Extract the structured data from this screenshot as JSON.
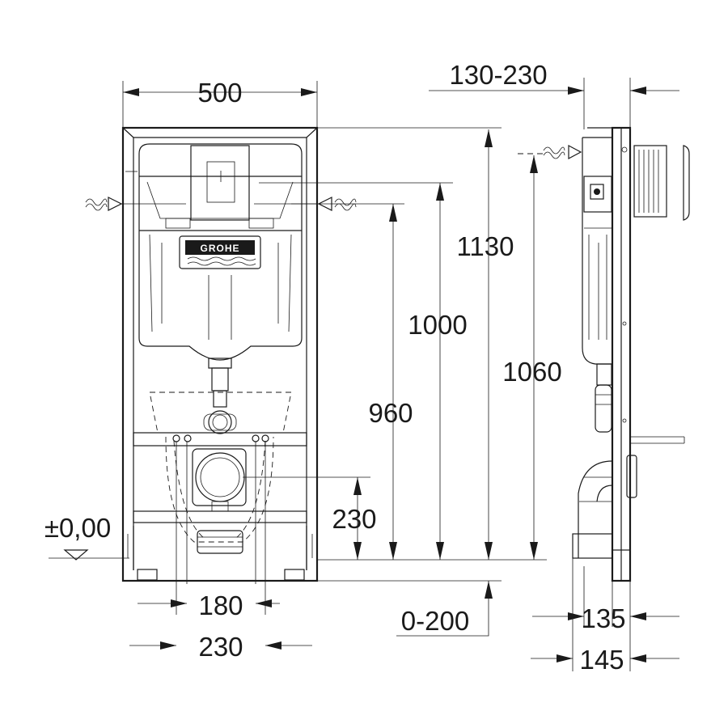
{
  "brand": {
    "name": "GROHE"
  },
  "icons": [
    "water-inlet-icon",
    "ground-level-triangle-icon",
    "arrow-icon"
  ],
  "dimensions": {
    "width_total": "500",
    "depth_adjust": "130-230",
    "height_frame": "1130",
    "height_inlet": "1000",
    "height_actuator": "1060",
    "height_outlet": "960",
    "height_drain": "230",
    "floor_level": "±0,00",
    "bolt_spacing_inner": "180",
    "bolt_spacing_outer": "230",
    "floor_adjust": "0-200",
    "depth_frame": "135",
    "depth_total": "145"
  }
}
